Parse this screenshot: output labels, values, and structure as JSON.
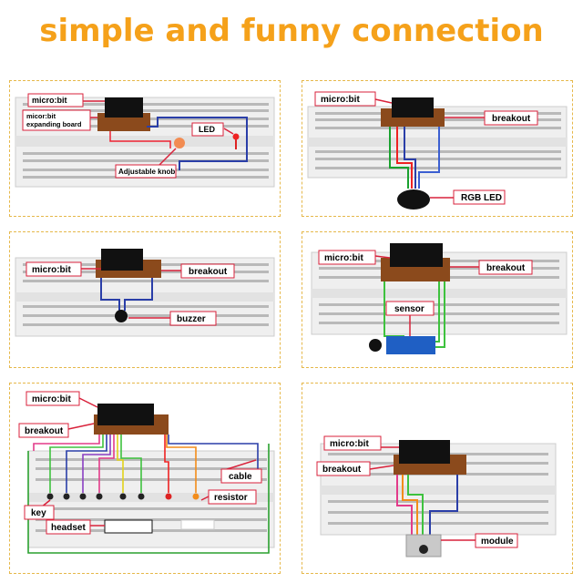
{
  "title": "simple and funny connection",
  "colors": {
    "title": "#f5a11a",
    "label_border": "#d9223b",
    "board": "#8b4a1c"
  },
  "panels": [
    {
      "labels": {
        "microbit": "micro:bit",
        "expanding": "micor:bit\nexpanding board",
        "led": "LED",
        "knob": "Adjustable knob"
      }
    },
    {
      "labels": {
        "microbit": "micro:bit",
        "breakout": "breakout",
        "rgb": "RGB LED"
      }
    },
    {
      "labels": {
        "microbit": "micro:bit",
        "breakout": "breakout",
        "buzzer": "buzzer"
      }
    },
    {
      "labels": {
        "microbit": "micro:bit",
        "breakout": "breakout",
        "sensor": "sensor"
      }
    },
    {
      "labels": {
        "microbit": "micro:bit",
        "breakout": "breakout",
        "key": "key",
        "headset": "headset",
        "cable": "cable",
        "resistor": "resistor"
      }
    },
    {
      "labels": {
        "microbit": "micro:bit",
        "breakout": "breakout",
        "module": "module"
      }
    }
  ]
}
